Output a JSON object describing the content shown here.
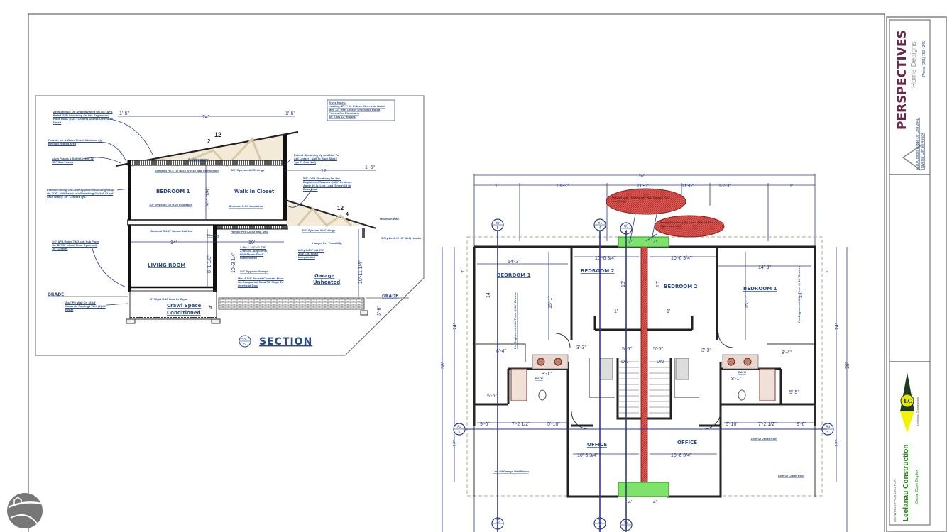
{
  "title_block": {
    "company": "PERSPECTIVES",
    "company_sub": "Home Designs",
    "address_line1": "4110 Copper Ridge Dr. Unit 204D",
    "address_line2": "Traverse City, MI 49684",
    "phone": "Phone (231) 750-4245",
    "provided_for_label": "DRAWINGS PROVIDED FOR:",
    "client": "Leelanau Construction",
    "project": "Cedar Cove Duplex",
    "client_logo_text": "LC",
    "client_logo_caption": "Leelanau Construction"
  },
  "section": {
    "title": "SECTION",
    "marker_top": "S5",
    "marker_bottom": "5",
    "truss_notes": [
      "Truss Notes:",
      "Loading 47+7+10 Unless Otherwise Noted",
      "Min. 12\" Heel Unless Otherwise Noted",
      "Pitches Per Elevations",
      "16\" Tails 12\" Raises"
    ],
    "rooms": [
      "BEDROOM 1",
      "Walk In Closet",
      "LIVING ROOM",
      "Crawl Space",
      "Conditioned",
      "Garage",
      "Unheated"
    ],
    "grade_labels": [
      "GRADE",
      "GRADE"
    ],
    "pitch_main": [
      "12",
      "2"
    ],
    "pitch_porch": [
      "12",
      "4"
    ],
    "dims": [
      "1'-6\"",
      "24'",
      "1'-6\"",
      "12'",
      "1'-6\"",
      "14'",
      "10'",
      "9'-1 1/8\"",
      "8'-1 1/8\"",
      "10'-3 1/4\"",
      "10'-11 1/4\"",
      "4'",
      "3'-6\""
    ],
    "notes_left": [
      "Arch Shingle On Underlayment On 5/8\" APA Rated OSB Sheathing On Pre-Engineered Roof Truss @ 24\" Centers Unless Otherwise Noted",
      "Provide Ice & Water Shield Minimum 24\" Beyond Heated Area",
      "Alum Fascia & Soffit On 2x6 #2 SPF Sub Fascia",
      "Exterior Siding On Code Approved Building Wrap On 7/16\" APA Rated osb Sheathing On 2x6 #2 spf Stud Wall @ 16\" Centers Typ.",
      "3/4\" APA Rated T&G osb Sub Floor On 11-7/8\" I-Joist Floor System @ 16\" Centers",
      "2'x8' PC Wall On 16'x8' Concrete Footings With (2) #4 Rebar"
    ],
    "notes_inner": [
      "Simpson H2.5 Tie Back Truss / Wall Intersection",
      "1/2\" Gypsum On R-20 Insulation",
      "Optional R-1/2\" Sound Batt Ins.",
      "Blocking",
      "2\" Rigid R-10 Dow Or Equal",
      "R-49 Insulation",
      "5/8\" Gypsum All Ceilings",
      "Minimum R-XX Insulation",
      "Hanger Per I-Joist Mfg. Mfg."
    ],
    "notes_right": [
      "Extend Sheathing Up And Nail To 2x6 Ledger - Nail To Back Stud ( Typ 2\" Gun Nail)",
      "5/8\" OSB Sheathing On Pre-Engineered Trusses @ 24\" Centers - Apply 40 lb. Live Load (Snow) 15 lb Dead Load",
      "5/8\" Gypsum All Ceilings",
      "Minimum Wall",
      "3-Ply 2x12 #2 HF (3x6) Header",
      "Hanger Per Truss Mfg.",
      "3-Ply 1-3/4\"x11-7/8\" 2.0E LVL, Align With Wall Above Flush Independent",
      "2-Ply 1-3/4\"x11-7/8\" 2.0E LVL Flush Independent",
      "5/8\" Gypsum Garage",
      "Min. 4-1/2\" Poured Concrete Floor On Compacted Sand Fill Slope To Overhead Door"
    ]
  },
  "plan": {
    "overall_width": "52'",
    "top_dims": [
      "1'",
      "13'-3\"",
      "11'-6\"",
      "11'-6\"",
      "13'-3\"",
      "1'"
    ],
    "side_dims": [
      "24'",
      "38'",
      "7'",
      "14'",
      "12'"
    ],
    "rooms": [
      "BEDROOM 1",
      "BEDROOM 2",
      "BEDROOM 2",
      "BEDROOM 1",
      "OFFICE",
      "OFFICE",
      "BATH",
      "BATH"
    ],
    "room_dims": [
      "14'-3\"",
      "10'-6 3/4\"",
      "10'-6 3/4\"",
      "14'-3\"",
      "15'-1\"",
      "15'-1\"",
      "10'",
      "10'",
      "1'",
      "1'",
      "8'-4\"",
      "8'-4\"",
      "8'-1\"",
      "8'-1\"",
      "5'-5\"",
      "5'-5\"",
      "9'-6\"",
      "7'-2 1/2\"",
      "5'-10\"",
      "5'-10\"",
      "7'-2 1/2\"",
      "9'-6\"",
      "10'-6 3/4\"",
      "10'-6 3/4\"",
      "3'-3\"",
      "3'-3\"",
      "5'-5\"",
      "5'-5\"",
      "4'",
      "4'",
      "4'",
      "4'"
    ],
    "stair_labels": [
      "DN",
      "DN"
    ],
    "markers": [
      {
        "top": "S5",
        "bottom": "5"
      },
      {
        "top": "S1",
        "bottom": "4"
      },
      {
        "top": "S5",
        "bottom": "4"
      },
      {
        "top": "S4",
        "bottom": "5"
      },
      {
        "top": "S4",
        "bottom": "5"
      },
      {
        "top": "S5",
        "bottom": "5"
      },
      {
        "top": "S1",
        "bottom": "4"
      },
      {
        "top": "S5",
        "bottom": "4"
      }
    ],
    "notes": [
      "Line Of Garage Wall Below",
      "Line Of Upper Roof",
      "Line Of Lower Roof",
      "Pre-Engineered Attic Truss @ 24\" Centers"
    ],
    "revision_clouds": [
      "Firewall Note - Extend Fire Wall Through Roof Sheathing",
      "Extend Sheathing Per Code - Provide Fire Rated Assembly"
    ],
    "colors": {
      "ink": "#2b3a8a",
      "firewall": "#a0302a",
      "highlight": "#7ee36b",
      "cloud": "#d9534f"
    }
  },
  "watermark_logo": "house-on-hill-logo"
}
